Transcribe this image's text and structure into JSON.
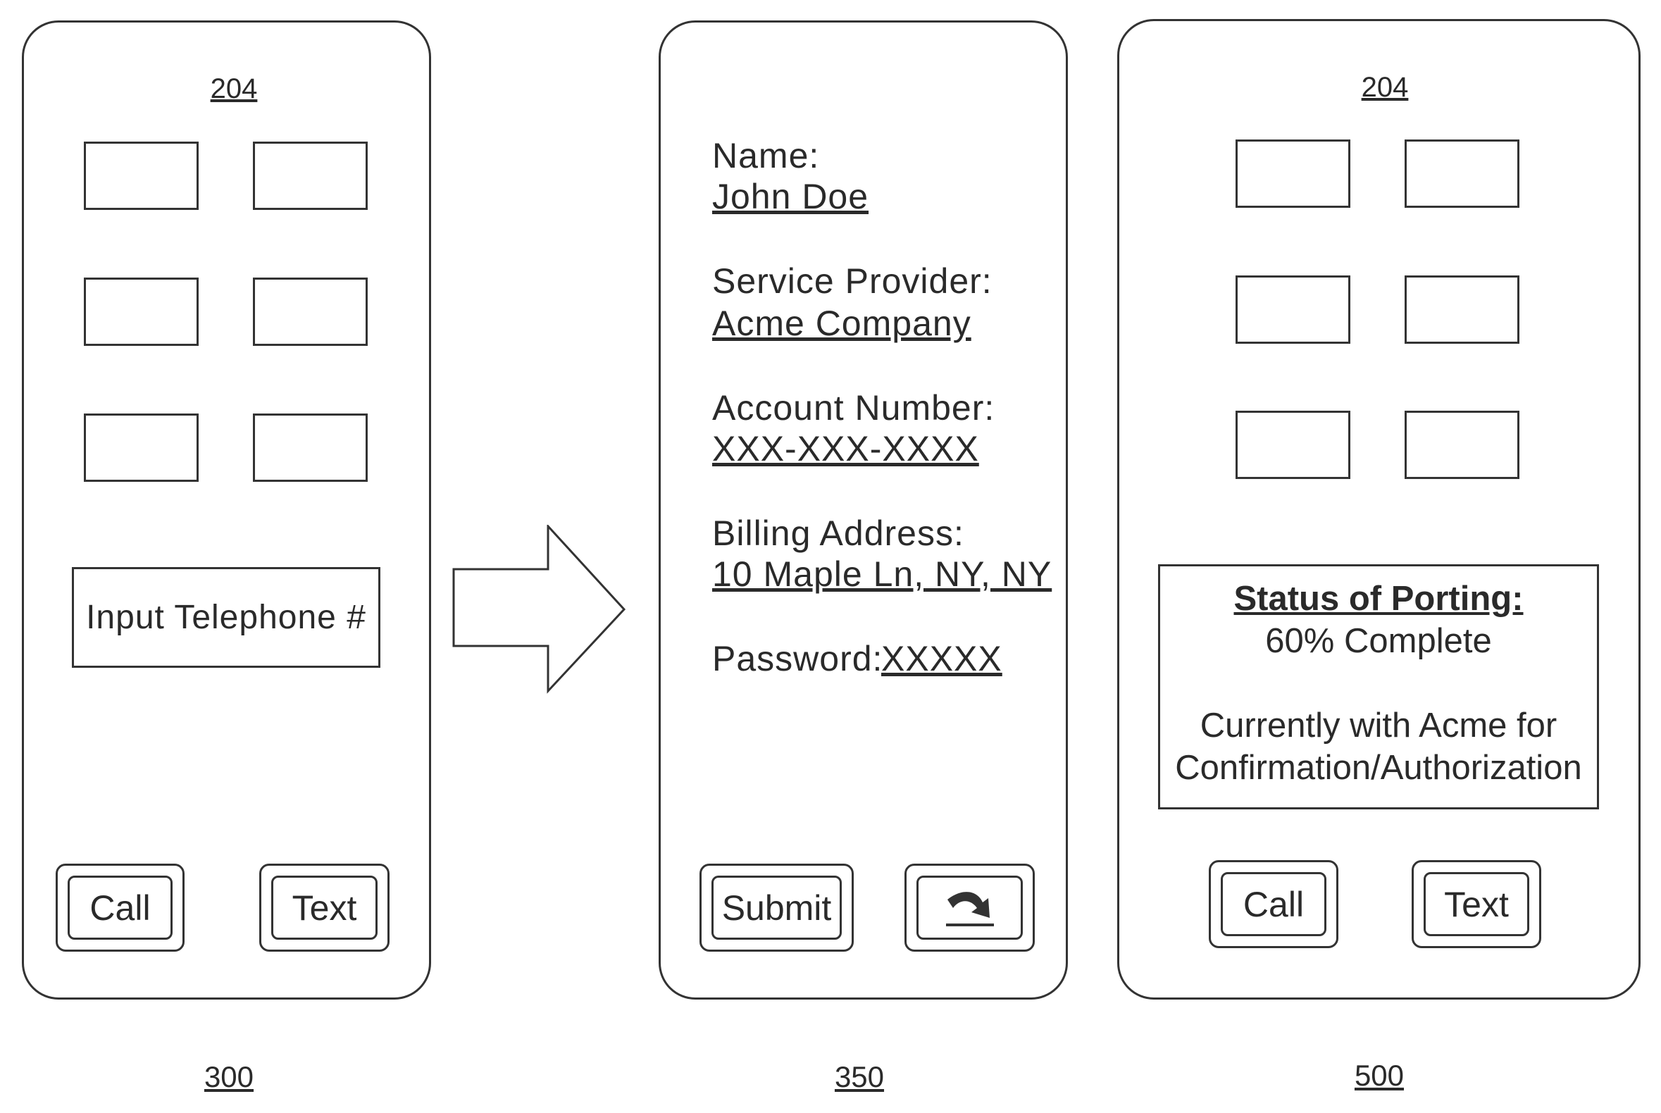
{
  "screen_300": {
    "ref": "204",
    "input_label": "Input Telephone #",
    "call_label": "Call",
    "text_label": "Text",
    "figure_number": "300"
  },
  "screen_350": {
    "name_label": "Name:",
    "name_value": "John Doe",
    "provider_label": "Service Provider:",
    "provider_value": "Acme Company",
    "account_label": "Account Number:",
    "account_value": "XXX-XXX-XXXX",
    "billing_label": "Billing Address:",
    "billing_value": "10 Maple Ln, NY, NY",
    "password_label": "Password:",
    "password_value": "XXXXX",
    "submit_label": "Submit",
    "back_icon": "return-arrow-icon",
    "figure_number": "350"
  },
  "screen_500": {
    "ref": "204",
    "status_title": "Status of Porting:",
    "status_progress": "60% Complete",
    "status_line1": "Currently with Acme for",
    "status_line2": "Confirmation/Authorization",
    "call_label": "Call",
    "text_label": "Text",
    "figure_number": "500"
  },
  "flow_arrow_icon": "right-arrow-icon"
}
